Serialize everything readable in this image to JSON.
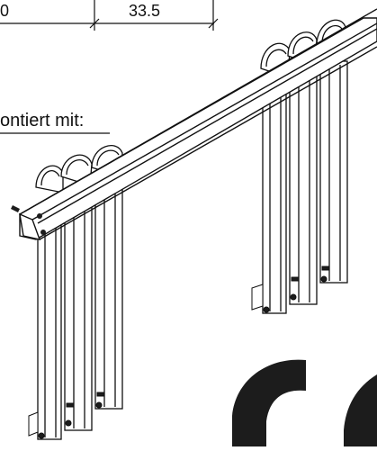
{
  "dimensions": {
    "left_value": "0",
    "right_value": "33.5"
  },
  "note_text": "ontiert mit:",
  "colors": {
    "ink": "#111111",
    "paper": "#ffffff",
    "clip_fill": "#1c1c1c"
  }
}
